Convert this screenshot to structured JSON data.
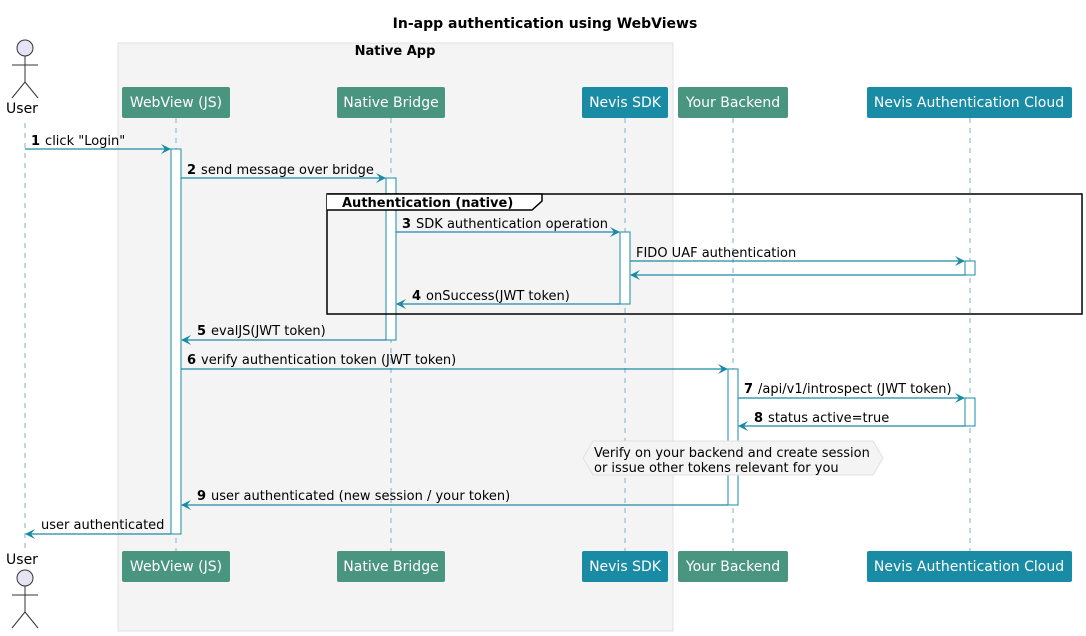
{
  "title": "In-app authentication using WebViews",
  "box": {
    "label": "Native App"
  },
  "participants": [
    {
      "id": "user",
      "label": "User",
      "kind": "actor"
    },
    {
      "id": "webview",
      "label": "WebView (JS)",
      "color": "#4a9580"
    },
    {
      "id": "bridge",
      "label": "Native Bridge",
      "color": "#4a9580"
    },
    {
      "id": "sdk",
      "label": "Nevis SDK",
      "color": "#1a8ba5"
    },
    {
      "id": "backend",
      "label": "Your Backend",
      "color": "#4a9580"
    },
    {
      "id": "cloud",
      "label": "Nevis Authentication Cloud",
      "color": "#1a8ba5"
    }
  ],
  "group": {
    "label": "Authentication (native)"
  },
  "messages": [
    {
      "num": "1",
      "text": "click \"Login\""
    },
    {
      "num": "2",
      "text": "send message over bridge"
    },
    {
      "num": "3",
      "text": "SDK authentication operation"
    },
    {
      "num": "",
      "text": "FIDO UAF authentication"
    },
    {
      "num": "",
      "text": ""
    },
    {
      "num": "4",
      "text": "onSuccess(JWT token)"
    },
    {
      "num": "5",
      "text": "evalJS(JWT token)"
    },
    {
      "num": "6",
      "text": "verify authentication token (JWT token)"
    },
    {
      "num": "7",
      "text": "/api/v1/introspect (JWT token)"
    },
    {
      "num": "8",
      "text": "status active=true"
    },
    {
      "num": "9",
      "text": "user authenticated (new session / your token)"
    },
    {
      "num": "",
      "text": "user authenticated"
    }
  ],
  "note": {
    "line1": "Verify on your backend and create session",
    "line2": "or issue other tokens relevant for you"
  },
  "colors": {
    "arrow": "#1a8ba5",
    "green": "#4a9580",
    "blue": "#1a8ba5"
  }
}
